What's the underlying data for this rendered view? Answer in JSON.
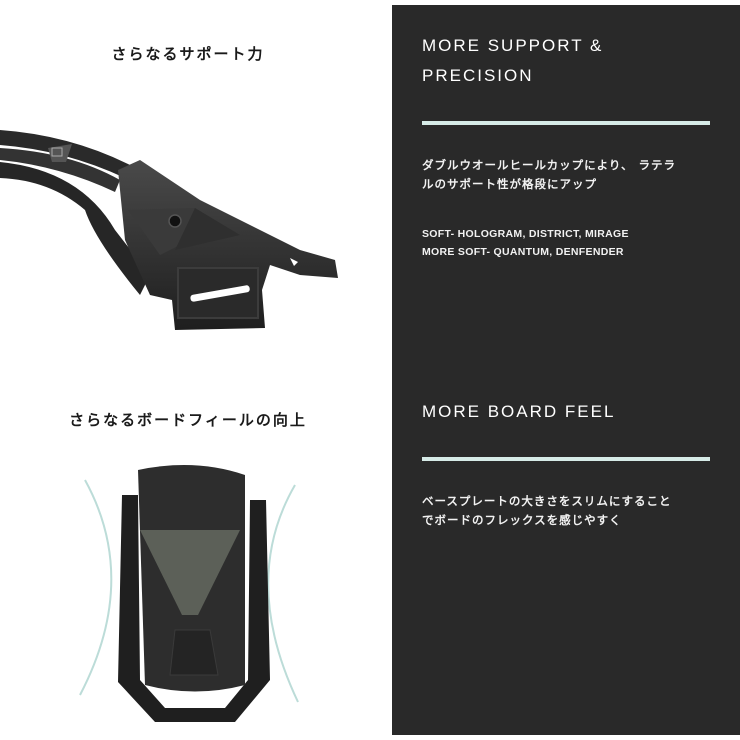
{
  "left": {
    "section1": {
      "caption": "さらなるサポート力",
      "image": "highback-heelcup-product-image"
    },
    "section2": {
      "caption": "さらなるボードフィールの向上",
      "image": "baseplate-top-view-product-image"
    }
  },
  "panel": {
    "background": "#292929",
    "divider_color": "#d6ebe7",
    "section1": {
      "heading_line1": "MORE SUPPORT &",
      "heading_line2": "PRECISION",
      "description_line1": "ダブルウオールヒールカップにより、 ラテラ",
      "description_line2": "ルのサポート性が格段にアップ",
      "models_line1": "SOFT- HOLOGRAM, DISTRICT, MIRAGE",
      "models_line2": "MORE SOFT- QUANTUM, DENFENDER"
    },
    "section2": {
      "heading": "MORE BOARD FEEL",
      "description_line1": "ベースプレートの大きさをスリムにすること",
      "description_line2": "でボードのフレックスを感じやすく"
    }
  }
}
